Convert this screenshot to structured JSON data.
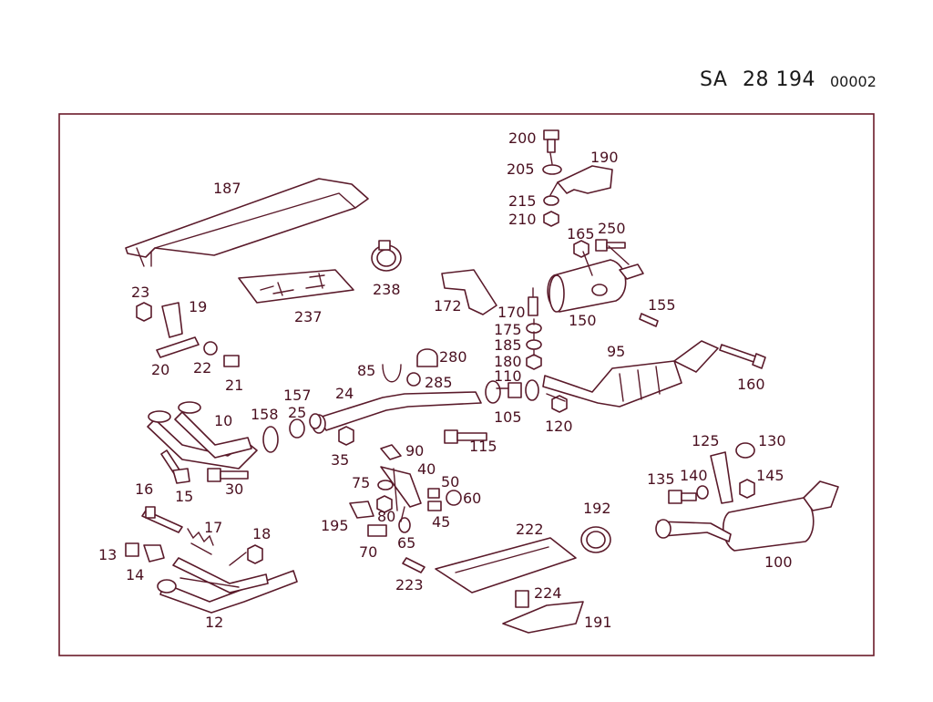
{
  "header": {
    "prefix": "SA",
    "group": "28 194",
    "sheet": "00002"
  },
  "parts": {
    "p187": "187",
    "p237": "237",
    "p238": "238",
    "p23": "23",
    "p19": "19",
    "p20": "20",
    "p22": "22",
    "p21": "21",
    "p10": "10",
    "p158": "158",
    "p157": "157",
    "p25": "25",
    "p24": "24",
    "p85": "85",
    "p280": "280",
    "p285": "285",
    "p35": "35",
    "p15": "15",
    "p30": "30",
    "p16": "16",
    "p17": "17",
    "p18": "18",
    "p13": "13",
    "p14": "14",
    "p12": "12",
    "p172": "172",
    "p200": "200",
    "p205": "205",
    "p190": "190",
    "p215": "215",
    "p210": "210",
    "p165": "165",
    "p250": "250",
    "p170": "170",
    "p150": "150",
    "p155": "155",
    "p175": "175",
    "p185": "185",
    "p180": "180",
    "p110": "110",
    "p95": "95",
    "p160": "160",
    "p105": "105",
    "p120": "120",
    "p115": "115",
    "p90": "90",
    "p40": "40",
    "p75": "75",
    "p50": "50",
    "p60": "60",
    "p80": "80",
    "p45": "45",
    "p195": "195",
    "p70": "70",
    "p65": "65",
    "p223": "223",
    "p222": "222",
    "p192": "192",
    "p224": "224",
    "p191": "191",
    "p125": "125",
    "p130": "130",
    "p135": "135",
    "p140": "140",
    "p145": "145",
    "p100": "100"
  }
}
